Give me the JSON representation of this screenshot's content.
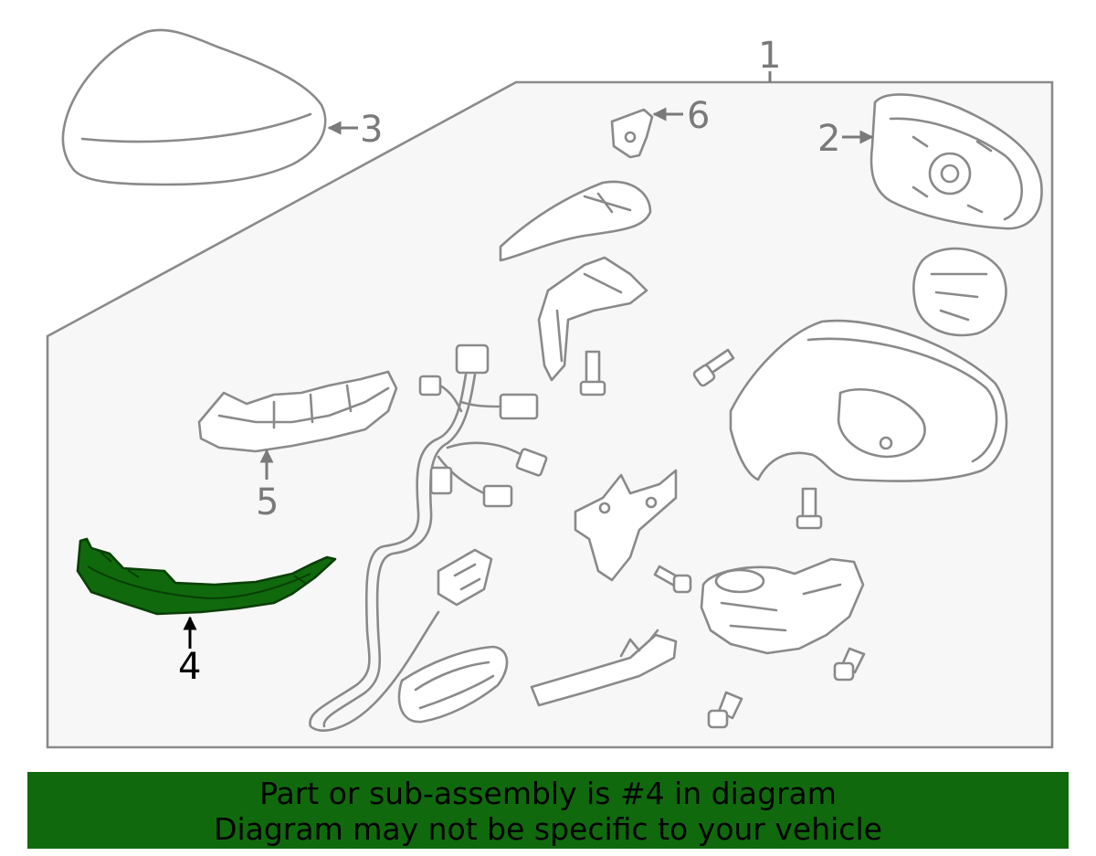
{
  "diagram": {
    "callouts": {
      "assembly": "1",
      "glass": "2",
      "cover": "3",
      "signal_lamp": "4",
      "lamp_bracket": "5",
      "clip": "6"
    },
    "highlighted_part": "4",
    "highlight_color": "#106a0d",
    "outline_color": "#8a8a8a",
    "panel_fill": "#f7f7f7"
  },
  "banner": {
    "line1": "Part or sub-assembly is #4 in diagram",
    "line2": "Diagram may not be specific to your vehicle",
    "background": "#106a0d"
  }
}
